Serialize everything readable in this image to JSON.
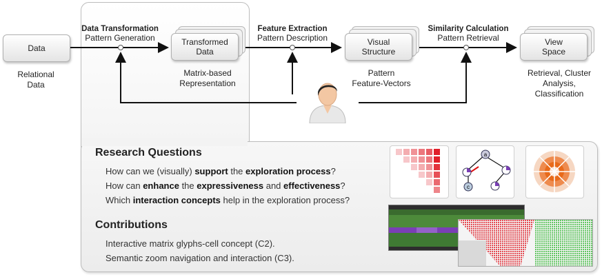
{
  "pipeline": {
    "input_box": "Data",
    "input_caption": "Relational\nData",
    "stages": [
      {
        "title": "Data Transformation",
        "subtitle": "Pattern Generation",
        "box": "Transformed\nData",
        "caption": "Matrix-based\nRepresentation"
      },
      {
        "title": "Feature Extraction",
        "subtitle": "Pattern Description",
        "box": "Visual\nStructure",
        "caption": "Pattern\nFeature-Vectors"
      },
      {
        "title": "Similarity Calculation",
        "subtitle": "Pattern Retrieval",
        "box": "View\nSpace",
        "caption": "Retrieval, Cluster\nAnalysis, Classification"
      }
    ]
  },
  "research": {
    "heading": "Research Questions",
    "questions": [
      {
        "pre": "How can we (visually) ",
        "b1": "support",
        "mid": " the ",
        "b2": "exploration process",
        "post": "?"
      },
      {
        "pre": "How can ",
        "b1": "enhance",
        "mid": " the ",
        "b2": "expressiveness",
        "mid2": " and ",
        "b3": "effectiveness",
        "post": "?"
      },
      {
        "pre": "Which ",
        "b1": "interaction concepts",
        "post": " help in the exploration process?"
      }
    ]
  },
  "contributions": {
    "heading": "Contributions",
    "items": [
      "Interactive matrix glyphs-cell concept (C2).",
      "Semantic zoom navigation and interaction (C3)."
    ]
  },
  "thumbnails": {
    "graph_node_labels": [
      "a",
      "c"
    ]
  },
  "colors": {
    "heat_red": "#e0202a",
    "purple": "#7a3fb5",
    "orange": "#e86a1a",
    "green": "#3dbb3d"
  }
}
